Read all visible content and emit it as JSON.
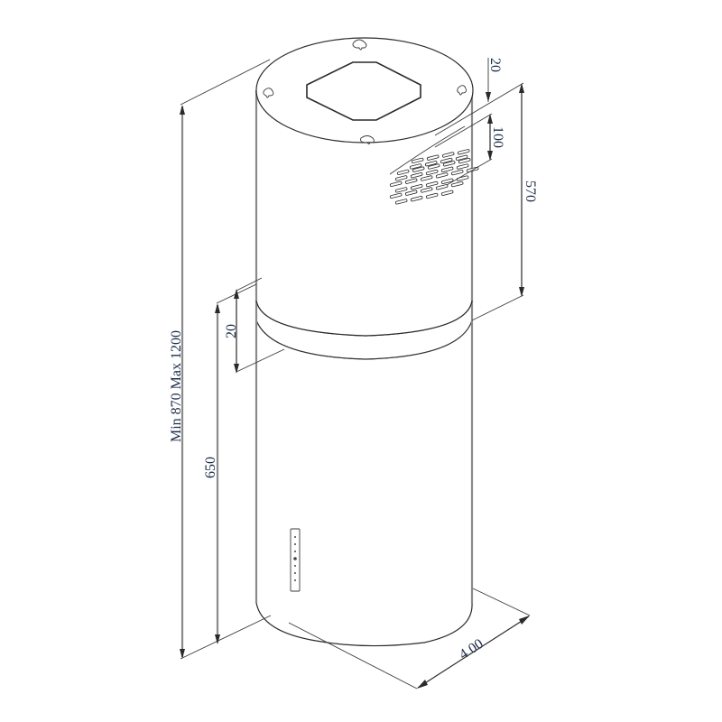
{
  "diagram": {
    "type": "technical-drawing",
    "subject": "cylindrical-island-cooker-hood",
    "line_color": "#2a2a2a",
    "text_color": "#1c2d4a",
    "dimensions": {
      "total_height": {
        "label": "Min 870  Max 1200"
      },
      "lower_body_height": {
        "label": "650"
      },
      "overlap_band": {
        "label": "20"
      },
      "top_offset": {
        "label": "20"
      },
      "vent_height": {
        "label": "100"
      },
      "upper_body_height": {
        "label": "570"
      },
      "diameter": {
        "label": "4 00"
      }
    },
    "parts": {
      "top_outlet": "octagonal-exhaust-outlet",
      "mounting_holes": 4,
      "vent_grille": "slotted-side-vent",
      "control_panel": "vertical-button-strip"
    }
  }
}
